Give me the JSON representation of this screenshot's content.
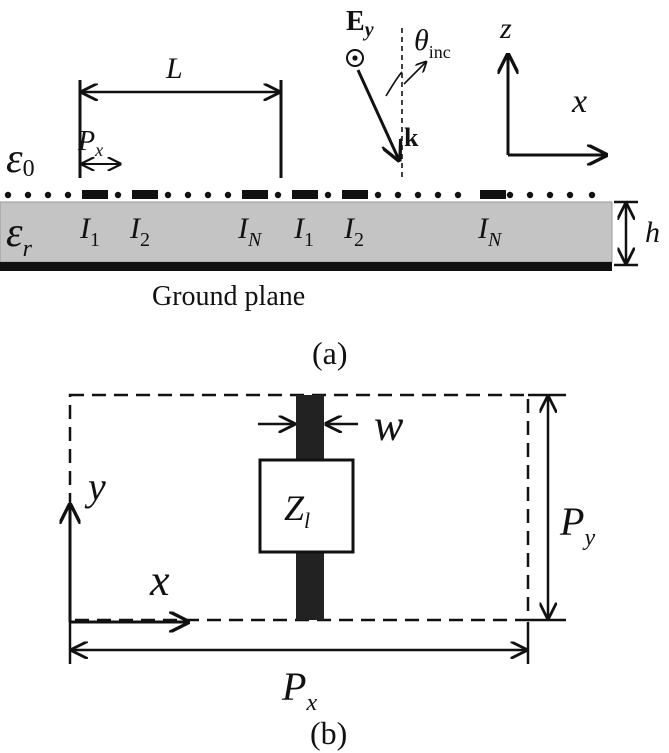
{
  "figure_a": {
    "caption": "(a)",
    "epsilon0": "ε",
    "epsilon0_sub": "0",
    "epsilonr": "ε",
    "epsilonr_sub": "r",
    "L_label": "L",
    "Px_label": "P",
    "Px_sub": "x",
    "h_label": "h",
    "ground_label": "Ground plane",
    "Ey_label": "E",
    "Ey_sub": "y",
    "k_label": "k",
    "theta_label": "θ",
    "theta_sub": "inc",
    "z_axis": "z",
    "x_axis": "x",
    "I": "I",
    "currents": [
      {
        "sub": "1"
      },
      {
        "sub": "2"
      },
      {
        "sub": "N"
      },
      {
        "sub": "1"
      },
      {
        "sub": "2"
      },
      {
        "sub": "N"
      }
    ]
  },
  "figure_b": {
    "caption": "(b)",
    "w_label": "w",
    "Zl_label": "Z",
    "Zl_sub": "l",
    "Py_label": "P",
    "Py_sub": "y",
    "Px_label": "P",
    "Px_sub": "x",
    "y_axis": "y",
    "x_axis": "x"
  },
  "colors": {
    "ink": "#111111",
    "substrate": "#c4c4c4"
  }
}
